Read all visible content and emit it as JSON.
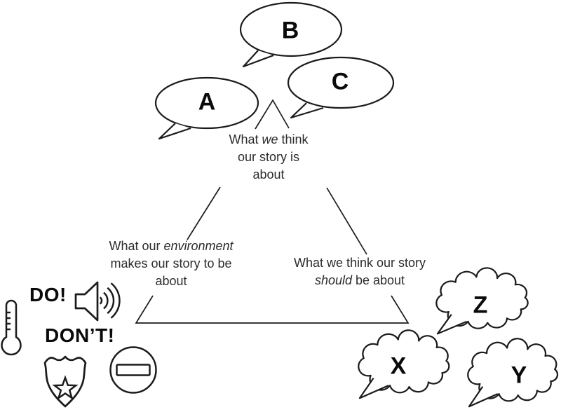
{
  "bubble_labels": {
    "a": "A",
    "b": "B",
    "c": "C"
  },
  "cloud_labels": {
    "x": "X",
    "y": "Y",
    "z": "Z"
  },
  "triangle_labels": {
    "top": {
      "l1a": "What ",
      "l1b": "we",
      "l1c": " think",
      "l2": "our story is",
      "l3": "about"
    },
    "left": {
      "l1a": "What our ",
      "l1b": "environment",
      "l2": "makes our story to be",
      "l3": "about"
    },
    "right": {
      "l1": "What we think our story",
      "l2a": "should",
      "l2b": " be about"
    }
  },
  "callouts": {
    "do": "DO!",
    "dont": "DON’T!"
  },
  "icons": {
    "thermometer": "thermometer-icon",
    "speaker": "loudspeaker-sound-waves-icon",
    "badge": "police-badge-star-icon",
    "no_entry": "no-entry-sign-icon"
  },
  "colors": {
    "background": "#ffffff",
    "line": "#1b1b1b",
    "text": "#2c2c2c"
  }
}
